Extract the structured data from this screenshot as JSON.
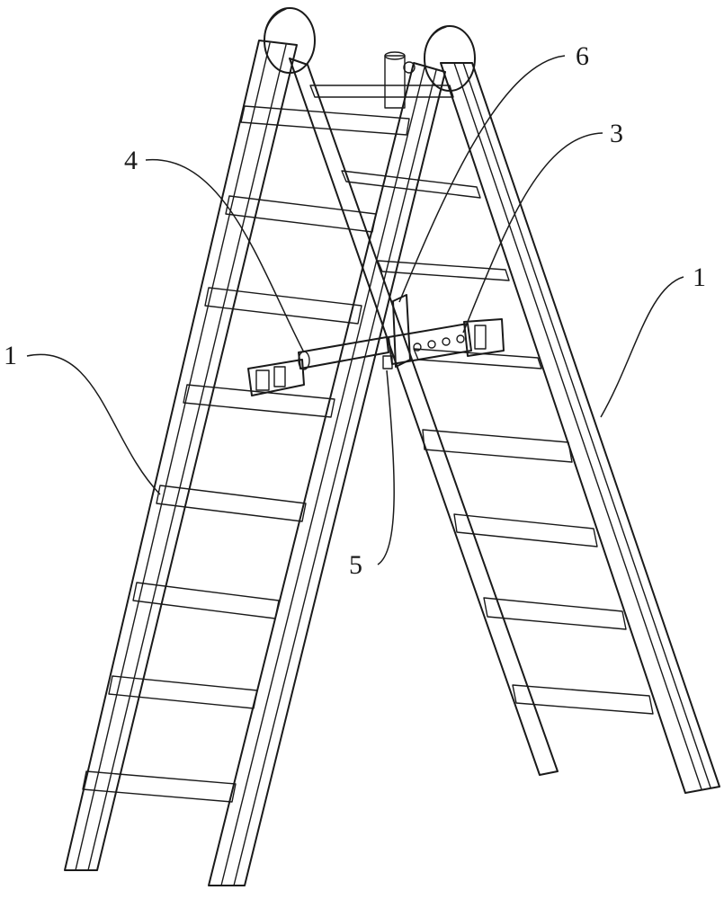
{
  "callouts": [
    {
      "id": "left-leg",
      "text": "1"
    },
    {
      "id": "right-leg",
      "text": "1"
    },
    {
      "id": "rod-right",
      "text": "3"
    },
    {
      "id": "rod-left",
      "text": "4"
    },
    {
      "id": "pin",
      "text": "5"
    },
    {
      "id": "bracket",
      "text": "6"
    }
  ],
  "colors": {
    "line": "#1a1a1a",
    "background": "#ffffff"
  }
}
